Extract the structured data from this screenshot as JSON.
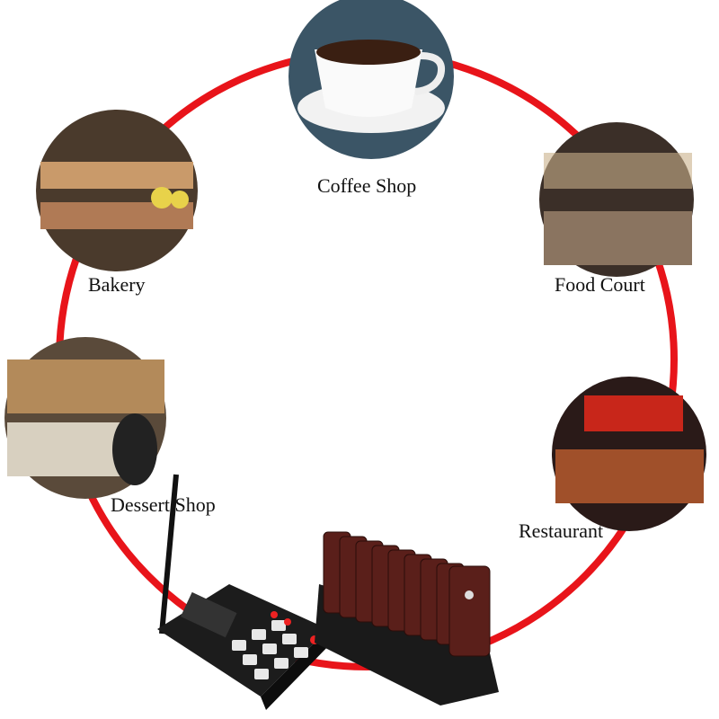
{
  "venues": [
    {
      "label": "Coffee Shop"
    },
    {
      "label": "Bakery"
    },
    {
      "label": "Food Court"
    },
    {
      "label": "Dessert Shop"
    },
    {
      "label": "Restaurant"
    }
  ],
  "devices": {
    "transmitter": "keypad-transmitter",
    "pagers": "coaster-pager-charging-base"
  },
  "colors": {
    "ring": "#e8141a"
  }
}
